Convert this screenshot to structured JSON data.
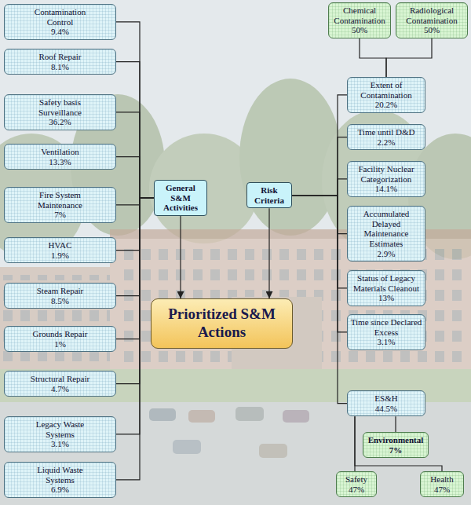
{
  "diagram": {
    "nodes": [
      {
        "text": [
          "Contamination Control",
          "9.4%"
        ]
      },
      {
        "text": [
          "Roof Repair",
          "8.1%"
        ]
      },
      {
        "text": [
          "Safety basis Surveillance",
          "36.2%"
        ]
      },
      {
        "text": [
          "Ventilation",
          "13.3%"
        ]
      },
      {
        "text": [
          "Fire System Maintenance",
          "7%"
        ]
      },
      {
        "text": [
          "HVAC",
          "1.9%"
        ]
      },
      {
        "text": [
          "Steam Repair",
          "8.5%"
        ]
      },
      {
        "text": [
          "Grounds Repair",
          "1%"
        ]
      },
      {
        "text": [
          "Structural Repair",
          "4.7%"
        ]
      },
      {
        "text": [
          "Legacy Waste Systems",
          "3.1%"
        ]
      },
      {
        "text": [
          "Liquid Waste Systems",
          "6.9%"
        ]
      },
      {
        "text": [
          "General S&M Activities"
        ]
      },
      {
        "text": [
          "Risk Criteria"
        ]
      },
      {
        "text": [
          "Prioritized S&M Actions"
        ]
      },
      {
        "text": [
          "Chemical Contamination",
          "50%"
        ]
      },
      {
        "text": [
          "Radiological Contamination",
          "50%"
        ]
      },
      {
        "text": [
          "Extent of Contamination",
          "20.2%"
        ]
      },
      {
        "text": [
          "Time until D&D",
          "2.2%"
        ]
      },
      {
        "text": [
          "Facility Nuclear Categorization",
          "14.1%"
        ]
      },
      {
        "text": [
          "Accumulated Delayed Maintenance Estimates",
          "2.9%"
        ]
      },
      {
        "text": [
          "Status of Legacy Materials Cleanout",
          "13%"
        ]
      },
      {
        "text": [
          "Time since Declared Excess",
          "3.1%"
        ]
      },
      {
        "text": [
          "ES&H",
          "44.5%"
        ]
      },
      {
        "text": [
          "Environmental",
          "7%"
        ]
      },
      {
        "text": [
          "Safety",
          "47%"
        ]
      },
      {
        "text": [
          "Health",
          "47%"
        ]
      }
    ],
    "edges": [
      {
        "from": 0,
        "to": 11,
        "arrow": "none"
      },
      {
        "from": 1,
        "to": 11,
        "arrow": "none"
      },
      {
        "from": 2,
        "to": 11,
        "arrow": "none"
      },
      {
        "from": 3,
        "to": 11,
        "arrow": "none"
      },
      {
        "from": 4,
        "to": 11,
        "arrow": "none"
      },
      {
        "from": 5,
        "to": 11,
        "arrow": "none"
      },
      {
        "from": 6,
        "to": 11,
        "arrow": "none"
      },
      {
        "from": 7,
        "to": 11,
        "arrow": "none"
      },
      {
        "from": 8,
        "to": 11,
        "arrow": "none"
      },
      {
        "from": 9,
        "to": 11,
        "arrow": "none"
      },
      {
        "from": 10,
        "to": 11,
        "arrow": "none"
      },
      {
        "from": 11,
        "to": 13,
        "arrow": "to"
      },
      {
        "from": 12,
        "to": 13,
        "arrow": "to"
      },
      {
        "from": 14,
        "to": 16,
        "arrow": "none"
      },
      {
        "from": 15,
        "to": 16,
        "arrow": "none"
      },
      {
        "from": 16,
        "to": 12,
        "arrow": "none"
      },
      {
        "from": 17,
        "to": 12,
        "arrow": "none"
      },
      {
        "from": 18,
        "to": 12,
        "arrow": "none"
      },
      {
        "from": 19,
        "to": 12,
        "arrow": "none"
      },
      {
        "from": 20,
        "to": 12,
        "arrow": "none"
      },
      {
        "from": 21,
        "to": 12,
        "arrow": "none"
      },
      {
        "from": 22,
        "to": 12,
        "arrow": "none"
      },
      {
        "from": 22,
        "to": 23,
        "arrow": "none"
      },
      {
        "from": 22,
        "to": 24,
        "arrow": "none"
      },
      {
        "from": 22,
        "to": 25,
        "arrow": "none"
      }
    ]
  }
}
